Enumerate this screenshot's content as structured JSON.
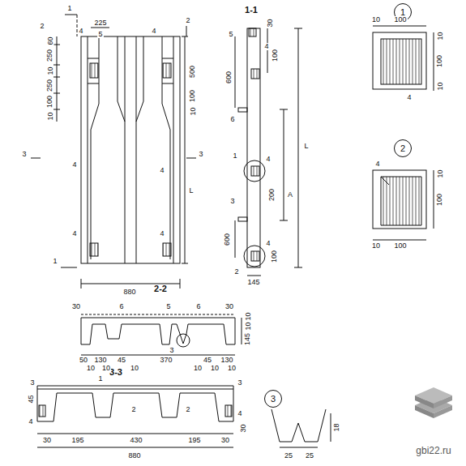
{
  "diagram": {
    "nodes": [
      {
        "text": [
          "1"
        ]
      },
      {
        "text": [
          "2"
        ]
      },
      {
        "text": [
          "3"
        ]
      }
    ],
    "labels": [
      "1-1",
      "2-2",
      "3-3",
      "1",
      "2",
      "225",
      "5",
      "2",
      "4",
      "4",
      "60",
      "250",
      "10",
      "250",
      "100",
      "10",
      "500",
      "100",
      "10",
      "3",
      "3",
      "4",
      "4",
      "4",
      "4",
      "1",
      "L",
      "880",
      "5",
      "30",
      "4",
      "100",
      "600",
      "6",
      "1",
      "4",
      "200",
      "L",
      "3",
      "A",
      "600",
      "4",
      "100",
      "2",
      "145",
      "10",
      "100",
      "10",
      "100",
      "10",
      "4",
      "4",
      "10",
      "100",
      "10",
      "100",
      "30",
      "6",
      "5",
      "6",
      "30",
      "10",
      "10",
      "145",
      "3",
      "50",
      "130",
      "45",
      "370",
      "45",
      "130",
      "10",
      "10",
      "10",
      "10",
      "10",
      "10",
      "3",
      "1",
      "3",
      "45",
      "4",
      "2",
      "2",
      "4",
      "30",
      "30",
      "195",
      "430",
      "195",
      "30",
      "880",
      "18",
      "25",
      "25",
      "gbi22.ru"
    ]
  }
}
